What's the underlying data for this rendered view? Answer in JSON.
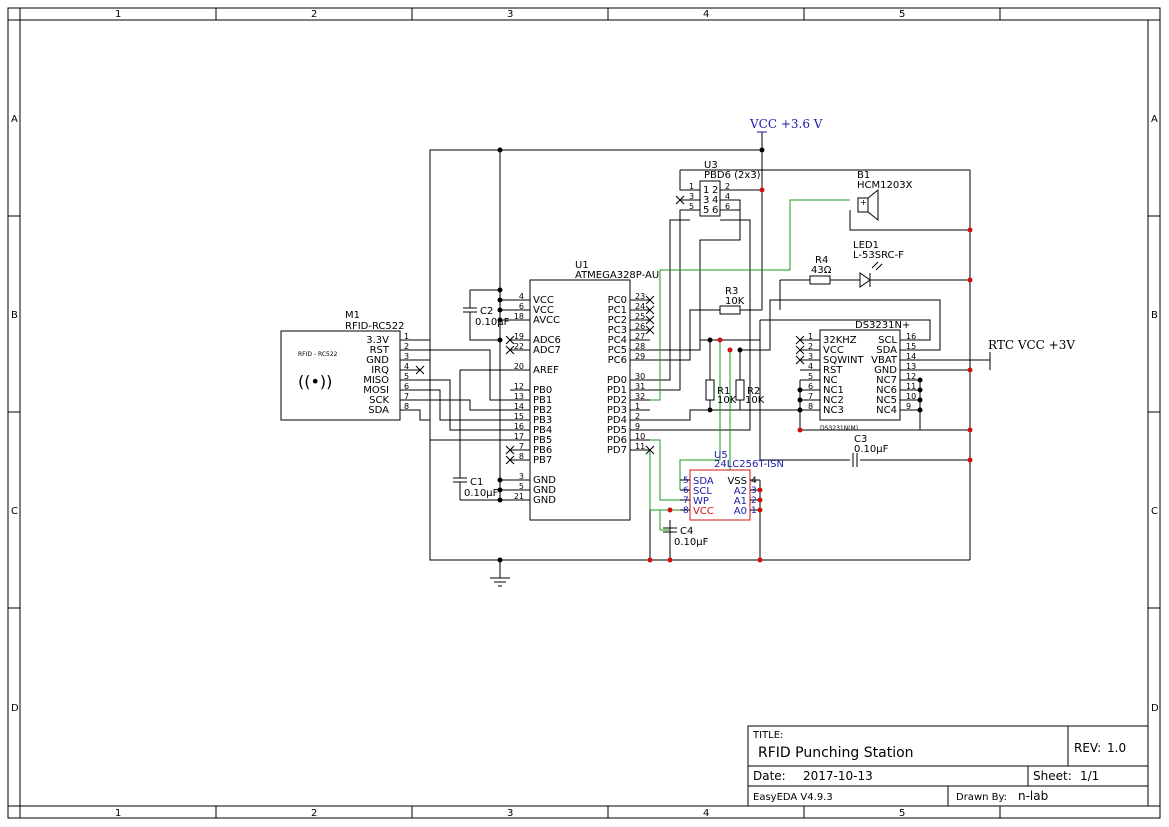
{
  "frame": {
    "col_labels": [
      "1",
      "2",
      "3",
      "4",
      "5"
    ],
    "row_labels": [
      "A",
      "B",
      "C",
      "D"
    ]
  },
  "title_block": {
    "title_label": "TITLE:",
    "title": "RFID Punching Station",
    "rev_label": "REV:",
    "rev": "1.0",
    "date_label": "Date:",
    "date": "2017-10-13",
    "sheet_label": "Sheet:",
    "sheet": "1/1",
    "tool": "EasyEDA V4.9.3",
    "drawn_by_label": "Drawn By:",
    "drawn_by": "n-lab"
  },
  "power": {
    "vcc": "VCC +3.6 V",
    "rtc_vcc": "RTC VCC +3V"
  },
  "components": {
    "m1": {
      "ref": "M1",
      "part": "RFID-RC522",
      "inner": "RFID - RC522",
      "pins": [
        {
          "num": "1",
          "name": "3.3V"
        },
        {
          "num": "2",
          "name": "RST"
        },
        {
          "num": "3",
          "name": "GND"
        },
        {
          "num": "4",
          "name": "IRQ"
        },
        {
          "num": "5",
          "name": "MISO"
        },
        {
          "num": "6",
          "name": "MOSI"
        },
        {
          "num": "7",
          "name": "SCK"
        },
        {
          "num": "8",
          "name": "SDA"
        }
      ]
    },
    "u1": {
      "ref": "U1",
      "part": "ATMEGA328P-AU",
      "left_pins": [
        {
          "num": "4",
          "name": "VCC"
        },
        {
          "num": "6",
          "name": "VCC"
        },
        {
          "num": "18",
          "name": "AVCC"
        },
        {
          "num": "19",
          "name": "ADC6"
        },
        {
          "num": "22",
          "name": "ADC7"
        },
        {
          "num": "20",
          "name": "AREF"
        },
        {
          "num": "12",
          "name": "PB0"
        },
        {
          "num": "13",
          "name": "PB1"
        },
        {
          "num": "14",
          "name": "PB2"
        },
        {
          "num": "15",
          "name": "PB3"
        },
        {
          "num": "16",
          "name": "PB4"
        },
        {
          "num": "17",
          "name": "PB5"
        },
        {
          "num": "7",
          "name": "PB6"
        },
        {
          "num": "8",
          "name": "PB7"
        },
        {
          "num": "3",
          "name": "GND"
        },
        {
          "num": "5",
          "name": "GND"
        },
        {
          "num": "21",
          "name": "GND"
        }
      ],
      "right_pins": [
        {
          "num": "23",
          "name": "PC0"
        },
        {
          "num": "24",
          "name": "PC1"
        },
        {
          "num": "25",
          "name": "PC2"
        },
        {
          "num": "26",
          "name": "PC3"
        },
        {
          "num": "27",
          "name": "PC4"
        },
        {
          "num": "28",
          "name": "PC5"
        },
        {
          "num": "29",
          "name": "PC6"
        },
        {
          "num": "30",
          "name": "PD0"
        },
        {
          "num": "31",
          "name": "PD1"
        },
        {
          "num": "32",
          "name": "PD2"
        },
        {
          "num": "1",
          "name": "PD3"
        },
        {
          "num": "2",
          "name": "PD4"
        },
        {
          "num": "9",
          "name": "PD5"
        },
        {
          "num": "10",
          "name": "PD6"
        },
        {
          "num": "11",
          "name": "PD7"
        }
      ]
    },
    "u3": {
      "ref": "U3",
      "part": "PBD6 (2x3)",
      "outer_pins": [
        "1",
        "3",
        "5"
      ],
      "inner_left": [
        "1",
        "3",
        "5"
      ],
      "inner_right": [
        "2",
        "4",
        "6"
      ],
      "right_pins": [
        "2",
        "4",
        "6"
      ]
    },
    "b1": {
      "ref": "B1",
      "part": "HCM1203X",
      "plus": "+"
    },
    "led1": {
      "ref": "LED1",
      "part": "L-53SRC-F"
    },
    "r4": {
      "ref": "R4",
      "value": "43Ω"
    },
    "r3": {
      "ref": "R3",
      "value": "10K"
    },
    "r1": {
      "ref": "R1",
      "value": "10K"
    },
    "r2": {
      "ref": "R2",
      "value": "10K"
    },
    "c1": {
      "ref": "C1",
      "value": "0.10μF"
    },
    "c2": {
      "ref": "C2",
      "value": "0.10μF"
    },
    "c3": {
      "ref": "C3",
      "value": "0.10μF"
    },
    "c4": {
      "ref": "C4",
      "value": "0.10μF"
    },
    "ds": {
      "ref": "DS3231N+",
      "bottom": "DS3231N(M)",
      "left_pins": [
        {
          "num": "1",
          "name": "32KHZ"
        },
        {
          "num": "2",
          "name": "VCC"
        },
        {
          "num": "3",
          "name": "SQWINT"
        },
        {
          "num": "4",
          "name": "RST"
        },
        {
          "num": "5",
          "name": "NC"
        },
        {
          "num": "6",
          "name": "NC1"
        },
        {
          "num": "7",
          "name": "NC2"
        },
        {
          "num": "8",
          "name": "NC3"
        }
      ],
      "right_pins": [
        {
          "num": "16",
          "name": "SCL"
        },
        {
          "num": "15",
          "name": "SDA"
        },
        {
          "num": "14",
          "name": "VBAT"
        },
        {
          "num": "13",
          "name": "GND"
        },
        {
          "num": "12",
          "name": "NC7"
        },
        {
          "num": "11",
          "name": "NC6"
        },
        {
          "num": "10",
          "name": "NC5"
        },
        {
          "num": "9",
          "name": "NC4"
        }
      ]
    },
    "u5": {
      "ref": "U5",
      "part": "24LC256T-ISN",
      "left_pins": [
        {
          "num": "5",
          "name": "SDA"
        },
        {
          "num": "6",
          "name": "SCL"
        },
        {
          "num": "7",
          "name": "WP"
        },
        {
          "num": "8",
          "name": "VCC"
        }
      ],
      "right_pins": [
        {
          "num": "4",
          "name": "VSS"
        },
        {
          "num": "3",
          "name": "A2"
        },
        {
          "num": "2",
          "name": "A1"
        },
        {
          "num": "1",
          "name": "A0"
        }
      ]
    }
  }
}
